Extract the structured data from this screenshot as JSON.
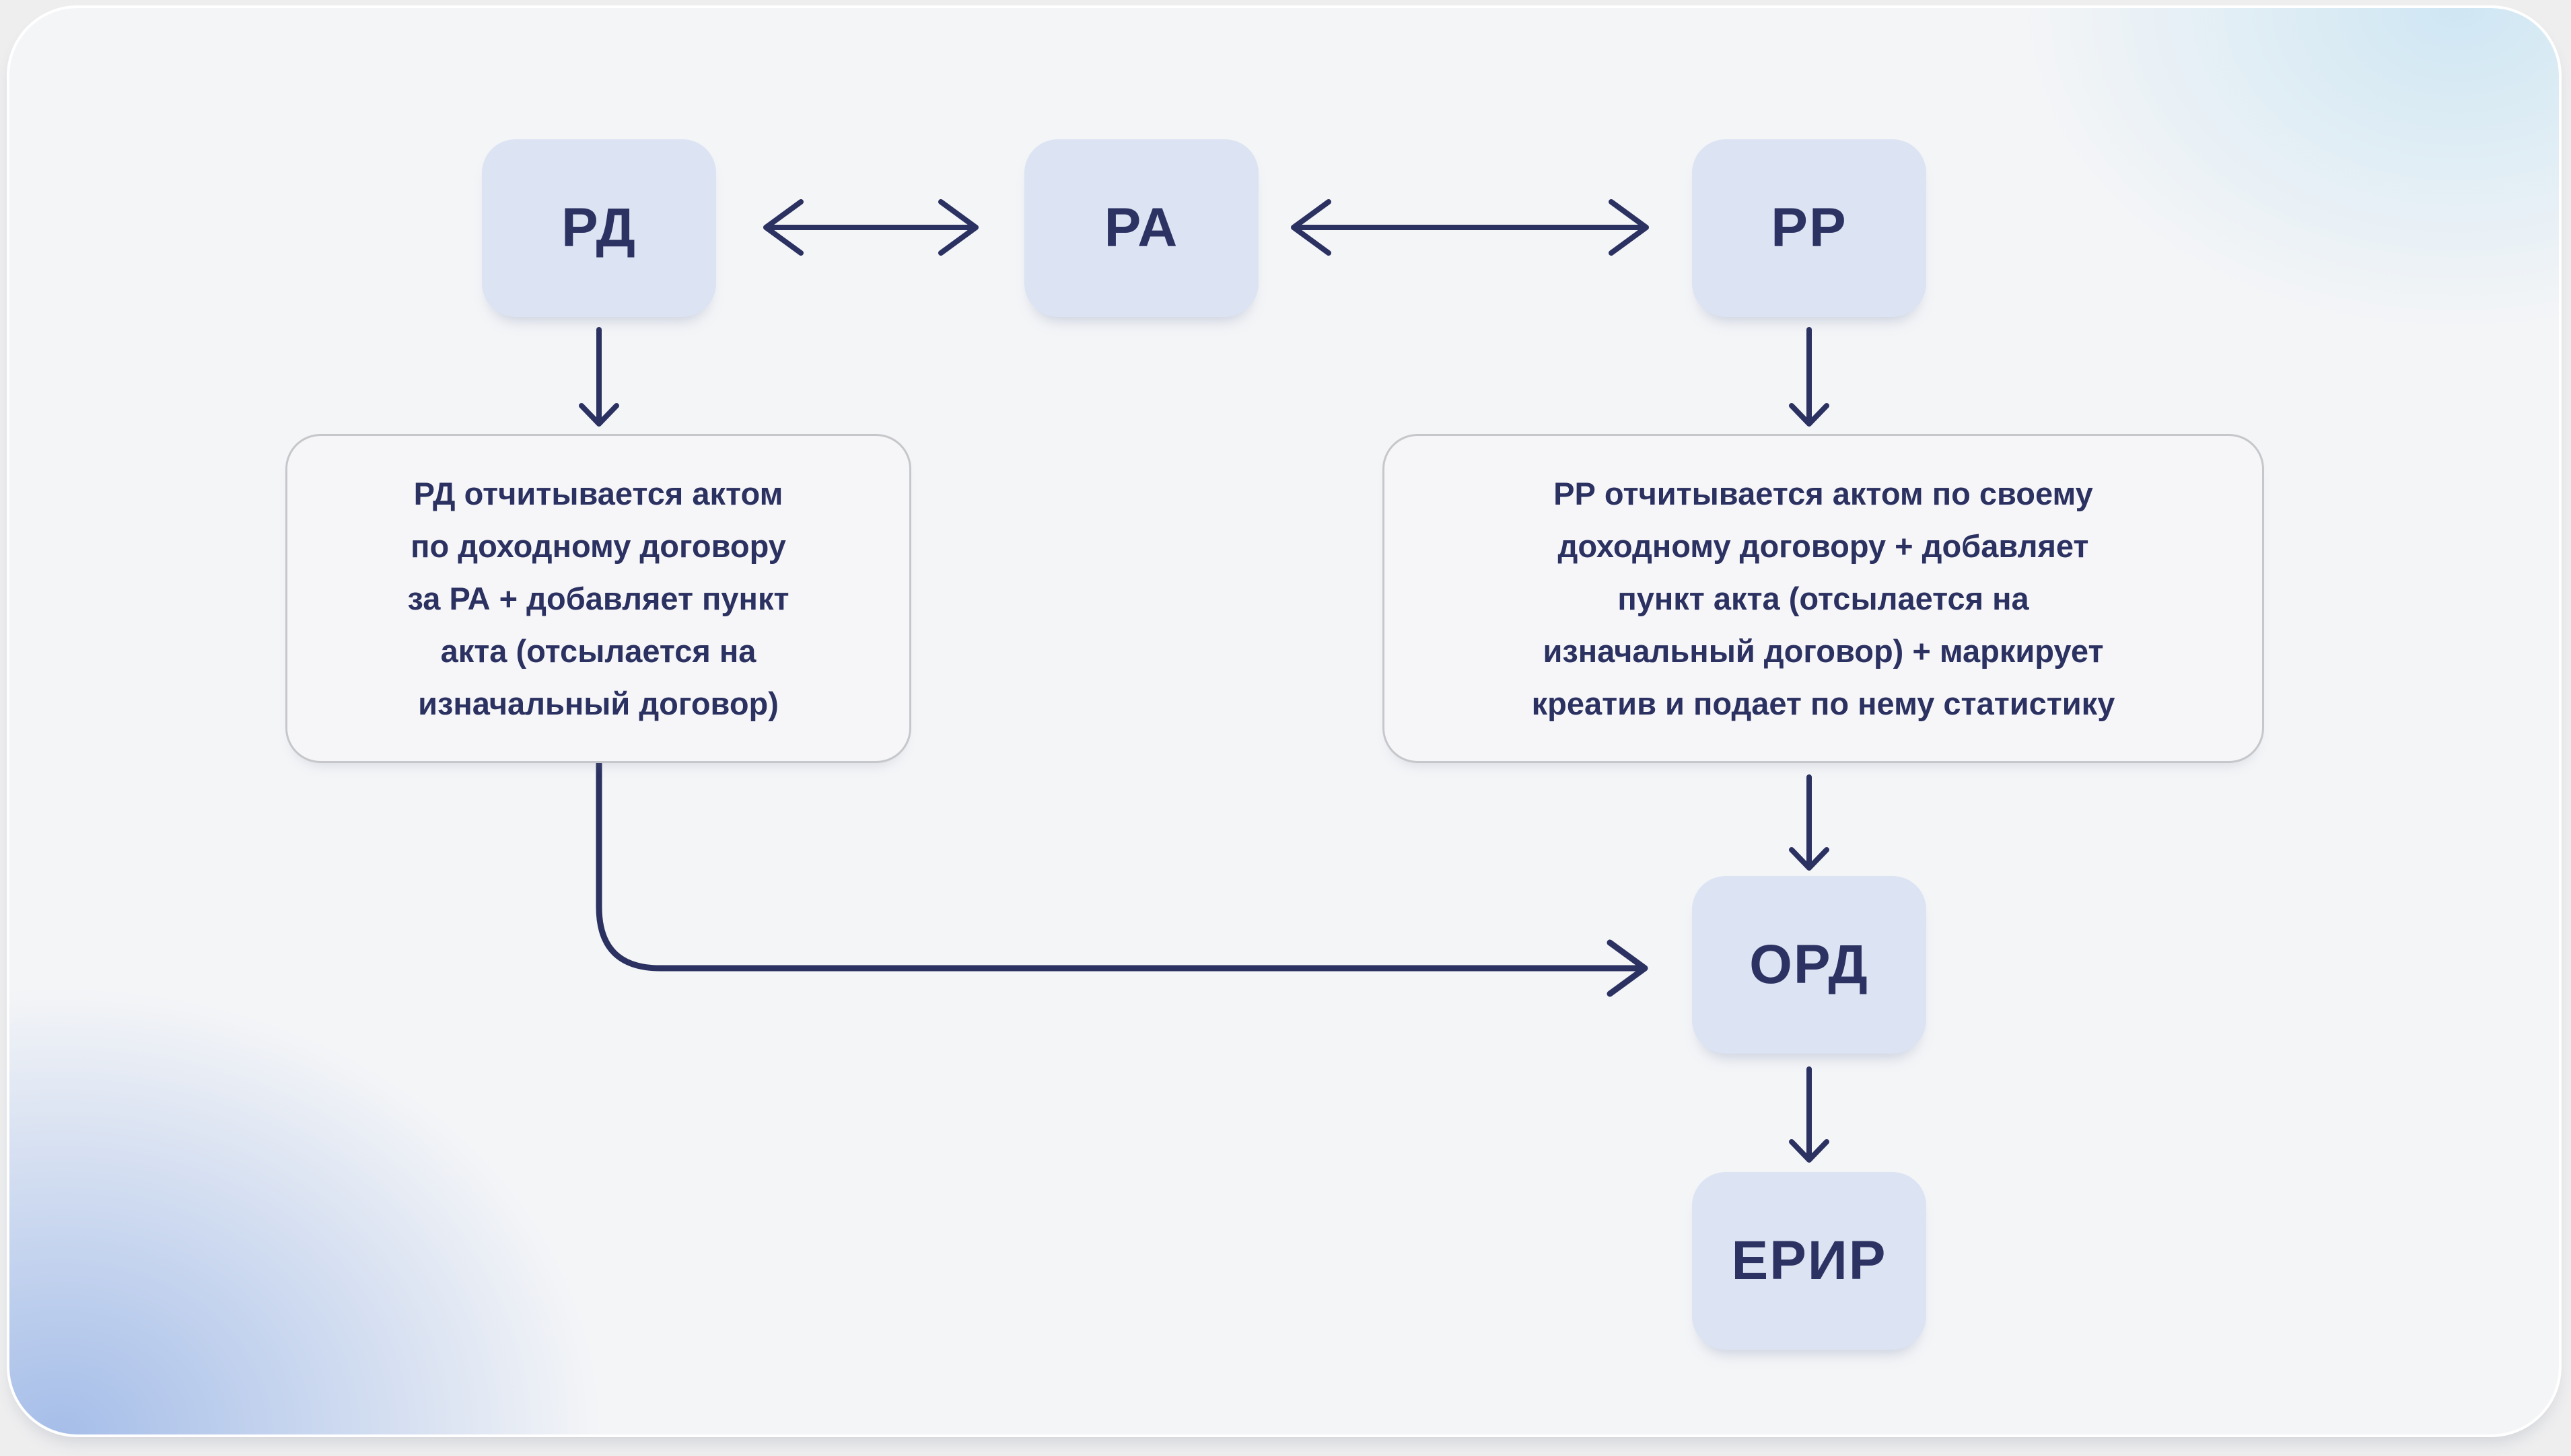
{
  "diagram": {
    "nodes": {
      "rd": {
        "label": "РД"
      },
      "ra": {
        "label": "РА"
      },
      "rr": {
        "label": "РР"
      },
      "ord": {
        "label": "ОРД"
      },
      "erir": {
        "label": "ЕРИР"
      }
    },
    "notes": {
      "left": {
        "lines": [
          "РД отчитывается актом",
          "по доходному договору",
          "за РА + добавляет пункт",
          "акта (отсылается на",
          "изначальный договор)"
        ]
      },
      "right": {
        "lines": [
          "РР отчитывается актом по своему",
          "доходному договору + добавляет",
          "пункт акта (отсылается на",
          "изначальный договор) + маркирует",
          "креатив и подает по нему статистику"
        ]
      }
    },
    "colors": {
      "arrow": "#2b3160",
      "node_fill": "#dce3f2",
      "node_text": "#2c3363",
      "note_border": "#c6c7cb",
      "note_text": "#2b3160",
      "card_bg": "#f4f5f7",
      "gradient_blue": "#92b0e5"
    }
  }
}
